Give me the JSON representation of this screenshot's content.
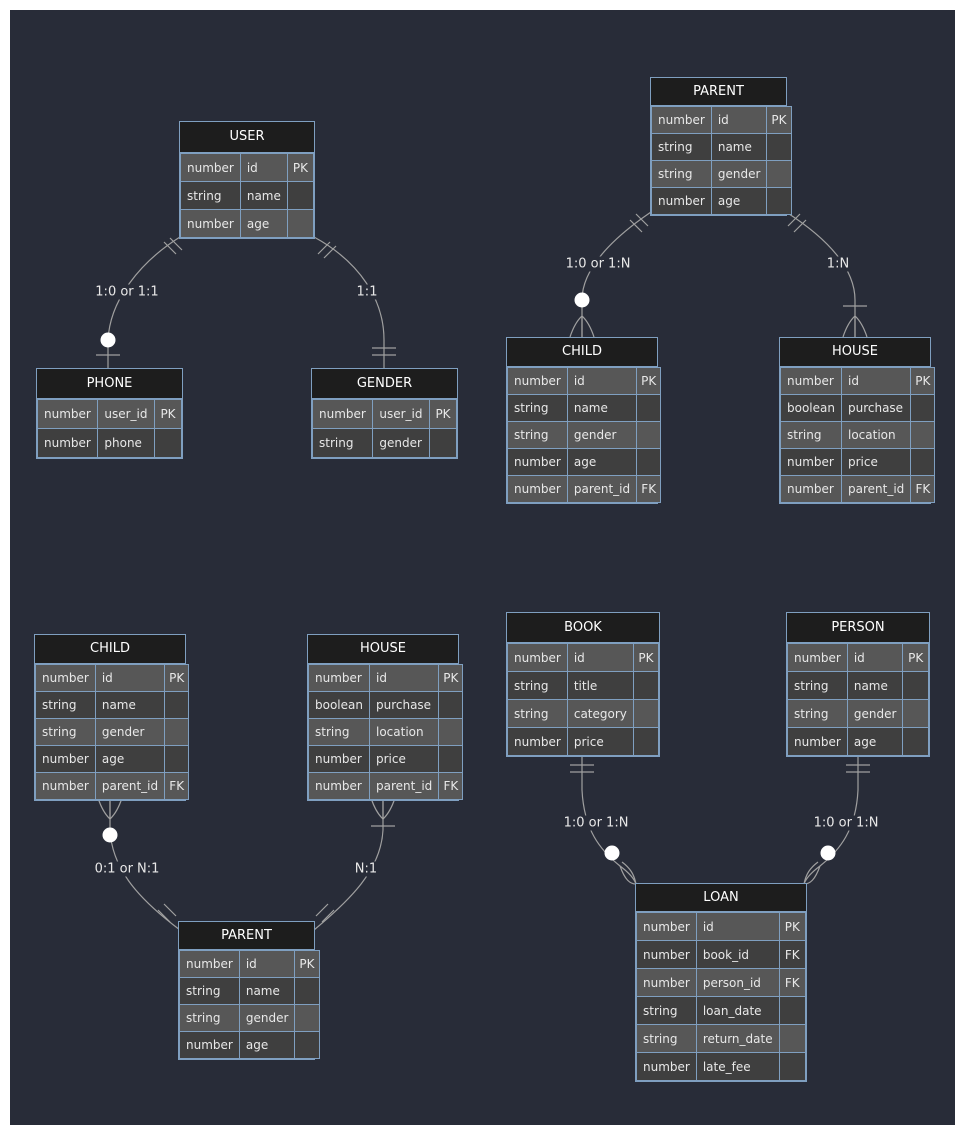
{
  "colors": {
    "background": "#282c38",
    "header": "#1d1d1d",
    "border": "#7f9fc0",
    "row_light": "#575757",
    "row_dark": "#3f3f3f",
    "line": "#a0a0a0"
  },
  "entities": {
    "user": {
      "name": "USER",
      "rows": [
        [
          "number",
          "id",
          "PK"
        ],
        [
          "string",
          "name",
          ""
        ],
        [
          "number",
          "age",
          ""
        ]
      ]
    },
    "phone": {
      "name": "PHONE",
      "rows": [
        [
          "number",
          "user_id",
          "PK"
        ],
        [
          "number",
          "phone",
          ""
        ]
      ]
    },
    "gender": {
      "name": "GENDER",
      "rows": [
        [
          "number",
          "user_id",
          "PK"
        ],
        [
          "string",
          "gender",
          ""
        ]
      ]
    },
    "parent1": {
      "name": "PARENT",
      "rows": [
        [
          "number",
          "id",
          "PK"
        ],
        [
          "string",
          "name",
          ""
        ],
        [
          "string",
          "gender",
          ""
        ],
        [
          "number",
          "age",
          ""
        ]
      ]
    },
    "child1": {
      "name": "CHILD",
      "rows": [
        [
          "number",
          "id",
          "PK"
        ],
        [
          "string",
          "name",
          ""
        ],
        [
          "string",
          "gender",
          ""
        ],
        [
          "number",
          "age",
          ""
        ],
        [
          "number",
          "parent_id",
          "FK"
        ]
      ]
    },
    "house1": {
      "name": "HOUSE",
      "rows": [
        [
          "number",
          "id",
          "PK"
        ],
        [
          "boolean",
          "purchase",
          ""
        ],
        [
          "string",
          "location",
          ""
        ],
        [
          "number",
          "price",
          ""
        ],
        [
          "number",
          "parent_id",
          "FK"
        ]
      ]
    },
    "child2": {
      "name": "CHILD",
      "rows": [
        [
          "number",
          "id",
          "PK"
        ],
        [
          "string",
          "name",
          ""
        ],
        [
          "string",
          "gender",
          ""
        ],
        [
          "number",
          "age",
          ""
        ],
        [
          "number",
          "parent_id",
          "FK"
        ]
      ]
    },
    "house2": {
      "name": "HOUSE",
      "rows": [
        [
          "number",
          "id",
          "PK"
        ],
        [
          "boolean",
          "purchase",
          ""
        ],
        [
          "string",
          "location",
          ""
        ],
        [
          "number",
          "price",
          ""
        ],
        [
          "number",
          "parent_id",
          "FK"
        ]
      ]
    },
    "parent2": {
      "name": "PARENT",
      "rows": [
        [
          "number",
          "id",
          "PK"
        ],
        [
          "string",
          "name",
          ""
        ],
        [
          "string",
          "gender",
          ""
        ],
        [
          "number",
          "age",
          ""
        ]
      ]
    },
    "book": {
      "name": "BOOK",
      "rows": [
        [
          "number",
          "id",
          "PK"
        ],
        [
          "string",
          "title",
          ""
        ],
        [
          "string",
          "category",
          ""
        ],
        [
          "number",
          "price",
          ""
        ]
      ]
    },
    "person": {
      "name": "PERSON",
      "rows": [
        [
          "number",
          "id",
          "PK"
        ],
        [
          "string",
          "name",
          ""
        ],
        [
          "string",
          "gender",
          ""
        ],
        [
          "number",
          "age",
          ""
        ]
      ]
    },
    "loan": {
      "name": "LOAN",
      "rows": [
        [
          "number",
          "id",
          "PK"
        ],
        [
          "number",
          "book_id",
          "FK"
        ],
        [
          "number",
          "person_id",
          "FK"
        ],
        [
          "string",
          "loan_date",
          ""
        ],
        [
          "string",
          "return_date",
          ""
        ],
        [
          "number",
          "late_fee",
          ""
        ]
      ]
    }
  },
  "relationships": {
    "user_phone": "1:0 or 1:1",
    "user_gender": "1:1",
    "parent_child": "1:0 or 1:N",
    "parent_house": "1:N",
    "child_parent": "0:1 or N:1",
    "house_parent": "N:1",
    "book_loan": "1:0 or 1:N",
    "person_loan": "1:0 or 1:N"
  }
}
